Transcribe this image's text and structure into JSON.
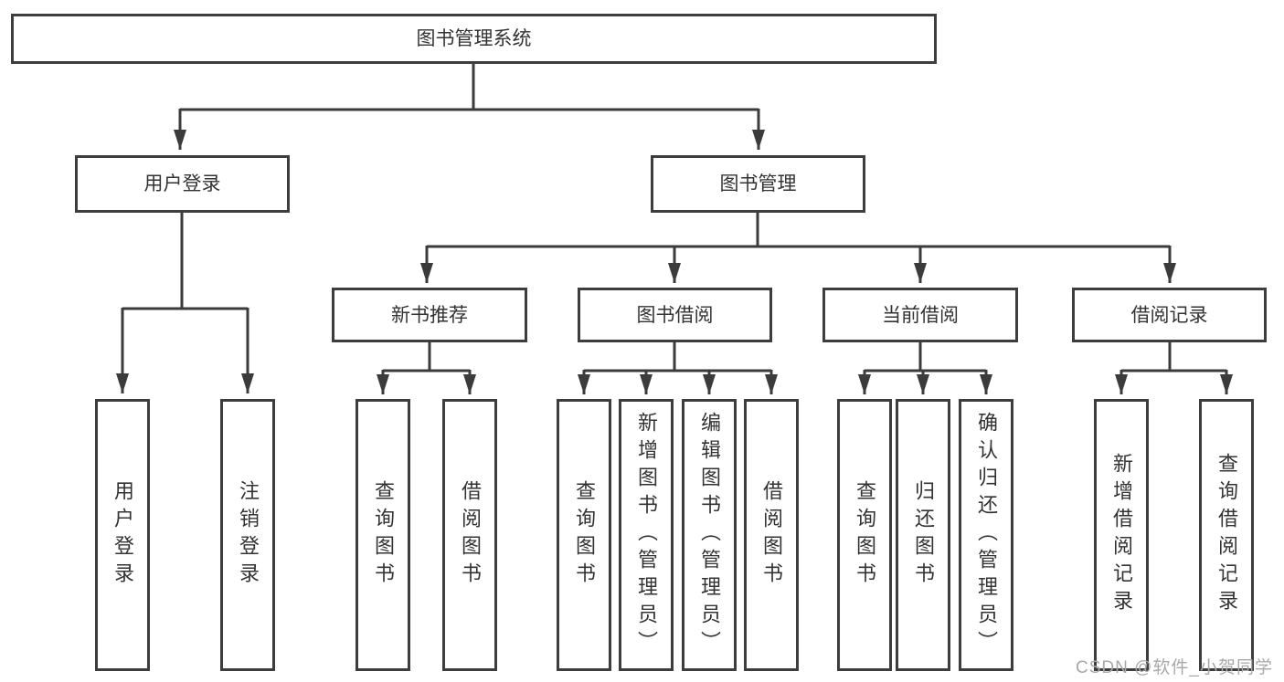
{
  "diagram": {
    "root": {
      "label": "图书管理系统"
    },
    "level2": [
      {
        "label": "用户登录",
        "children": [
          {
            "label": "用户登录"
          },
          {
            "label": "注销登录"
          }
        ]
      },
      {
        "label": "图书管理",
        "children": [
          {
            "label": "新书推荐",
            "children": [
              {
                "label": "查询图书"
              },
              {
                "label": "借阅图书"
              }
            ]
          },
          {
            "label": "图书借阅",
            "children": [
              {
                "label": "查询图书"
              },
              {
                "label": "新增图书（管理员）"
              },
              {
                "label": "编辑图书（管理员）"
              },
              {
                "label": "借阅图书"
              }
            ]
          },
          {
            "label": "当前借阅",
            "children": [
              {
                "label": "查询图书"
              },
              {
                "label": "归还图书"
              },
              {
                "label": "确认归还（管理员）"
              }
            ]
          },
          {
            "label": "借阅记录",
            "children": [
              {
                "label": "新增借阅记录"
              },
              {
                "label": "查询借阅记录"
              }
            ]
          }
        ]
      }
    ]
  },
  "watermark": {
    "text": "CSDN @软件_小贺同学"
  },
  "colors": {
    "line": "#3b3b3b",
    "border": "#3d3d3d",
    "text": "#333333",
    "watermark": "#a8a8a8",
    "background": "#ffffff"
  }
}
